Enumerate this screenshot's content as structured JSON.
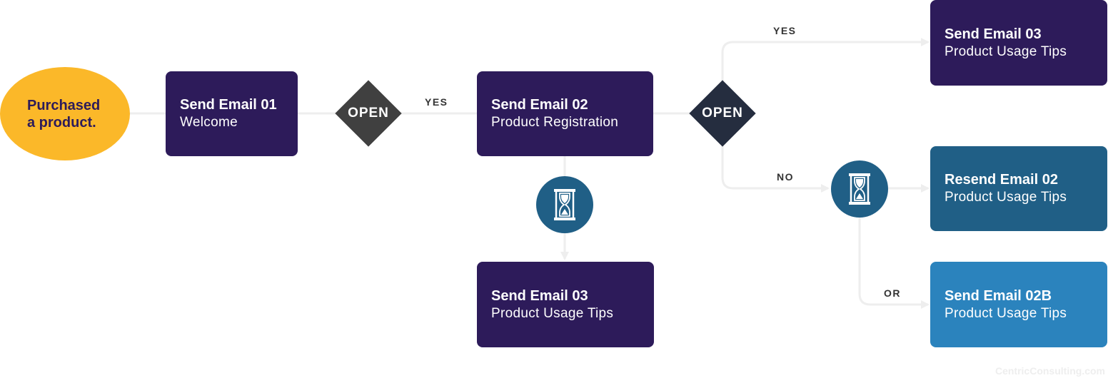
{
  "colors": {
    "start": "#fbb829",
    "box_dark": "#2d1b5a",
    "box_mid": "#205f86",
    "box_light": "#2b83bd",
    "diamond_1": "#404040",
    "diamond_2": "#252d3f",
    "timer": "#205f86",
    "connector": "#eeeeee"
  },
  "start": {
    "label": "Purchased\na product."
  },
  "nodes": {
    "email01": {
      "title": "Send Email 01",
      "subtitle": "Welcome"
    },
    "email02": {
      "title": "Send Email 02",
      "subtitle": "Product Registration"
    },
    "email03_bottom": {
      "title": "Send Email 03",
      "subtitle": "Product Usage Tips"
    },
    "email03_top": {
      "title": "Send Email 03",
      "subtitle": "Product Usage Tips"
    },
    "resend02": {
      "title": "Resend Email 02",
      "subtitle": "Product Usage Tips"
    },
    "email02b": {
      "title": "Send Email 02B",
      "subtitle": "Product Usage Tips"
    }
  },
  "decisions": {
    "open1": {
      "label": "OPEN"
    },
    "open2": {
      "label": "OPEN"
    }
  },
  "edge_labels": {
    "yes1": "YES",
    "yes2": "YES",
    "no": "NO",
    "or": "OR"
  },
  "timers": {
    "timer1": {
      "icon": "hourglass-icon"
    },
    "timer2": {
      "icon": "hourglass-icon"
    }
  },
  "footer": {
    "credit": "CentricConsulting.com"
  }
}
